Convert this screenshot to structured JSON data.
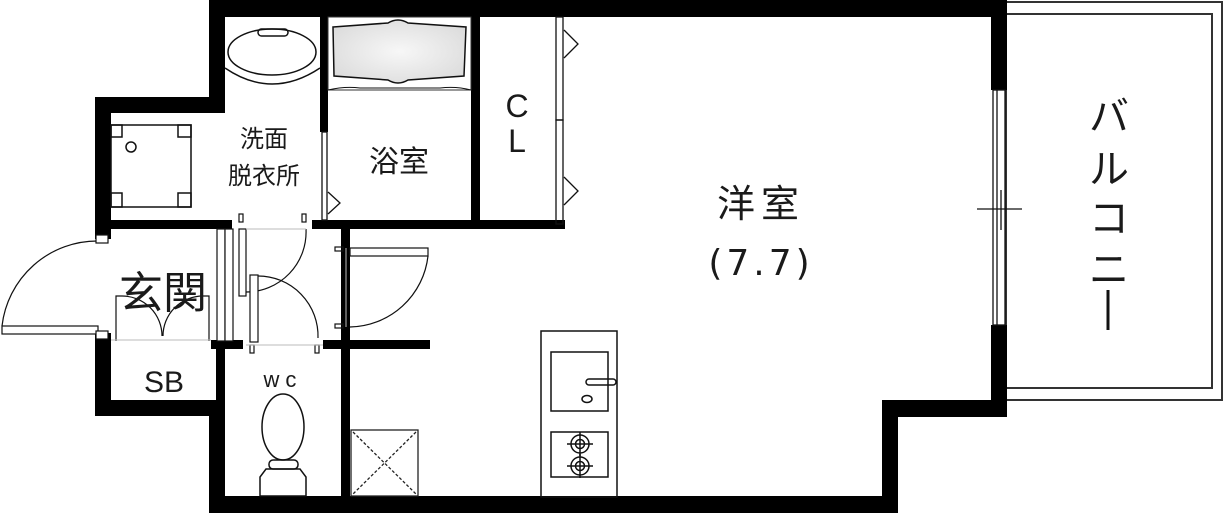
{
  "floorplan": {
    "rooms": {
      "western_room": {
        "name": "洋室",
        "size": "(7.7)"
      },
      "balcony": {
        "name": "バルコニー",
        "chars": [
          "バ",
          "ル",
          "コ",
          "ニ",
          "ー"
        ]
      },
      "closet": {
        "line1": "C",
        "line2": "L"
      },
      "bathroom": {
        "name": "浴室"
      },
      "washroom": {
        "line1": "洗面",
        "line2": "脱衣所"
      },
      "entrance": {
        "name": "玄関"
      },
      "shoe_box": {
        "name": "SB"
      },
      "toilet": {
        "name": "wc"
      }
    },
    "colors": {
      "wall": "#000000",
      "line": "#1a1a1a",
      "background": "#ffffff",
      "tub_fill": "#ececec"
    }
  }
}
